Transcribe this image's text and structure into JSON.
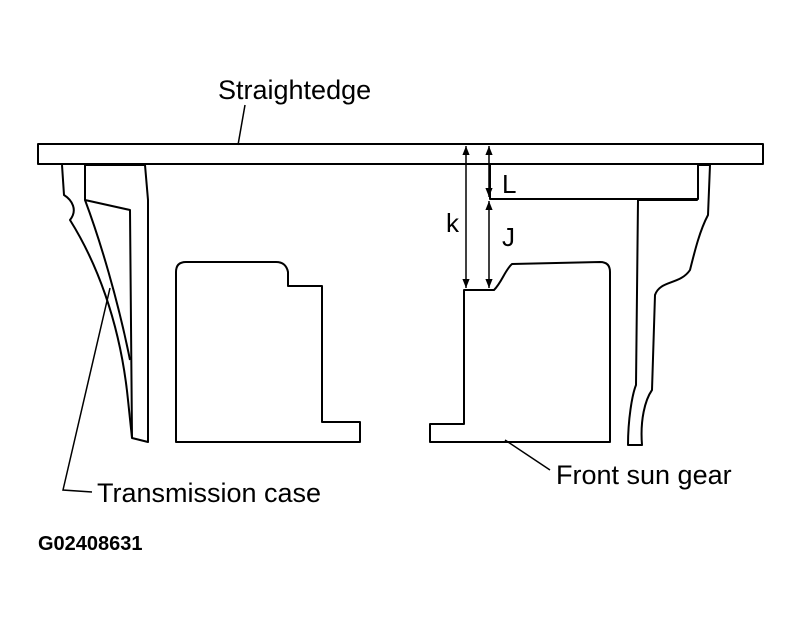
{
  "labels": {
    "straightedge": "Straightedge",
    "transmission_case": "Transmission case",
    "front_sun_gear": "Front sun gear",
    "dim_k": "k",
    "dim_l": "L",
    "dim_j": "J",
    "figure_code": "G02408631"
  }
}
